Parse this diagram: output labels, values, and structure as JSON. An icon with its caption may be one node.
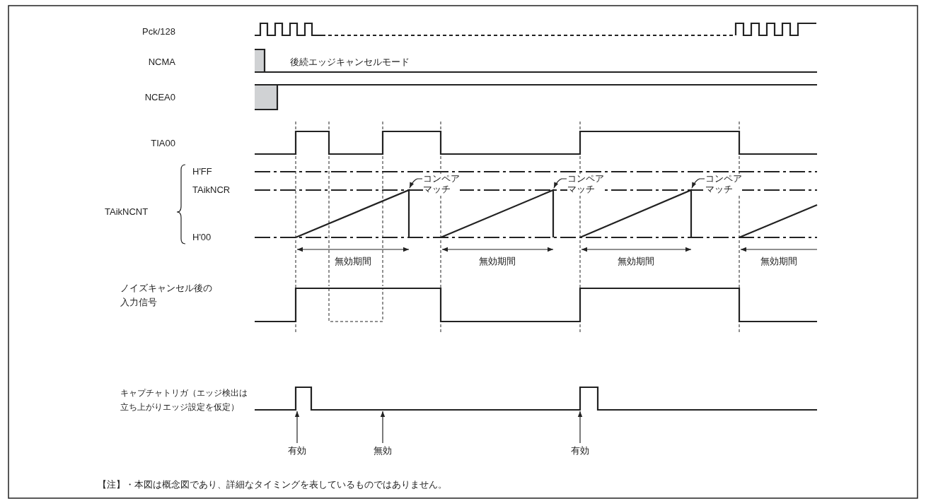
{
  "diagram": {
    "caption": "【注】・本図は概念図であり、詳細なタイミングを表しているものではありません。",
    "nodes": [
      {
        "text": [
          "コンペアマッチ"
        ]
      },
      {
        "text": [
          "コンペアマッチ"
        ]
      },
      {
        "text": [
          "コンペアマッチ"
        ]
      },
      {
        "text": [
          "有効"
        ]
      },
      {
        "text": [
          "無効"
        ]
      },
      {
        "text": [
          "有効"
        ]
      },
      {
        "text": [],
        "shape": "line"
      },
      {
        "text": [],
        "shape": "line"
      },
      {
        "text": [],
        "shape": "line"
      }
    ],
    "edges": [
      {
        "from": 0,
        "to": 6,
        "arrow": "to"
      },
      {
        "from": 1,
        "to": 7,
        "arrow": "to"
      },
      {
        "from": 2,
        "to": 8,
        "arrow": "to"
      },
      {
        "from": 3,
        "to": null,
        "arrow": "to"
      },
      {
        "from": 4,
        "to": null,
        "arrow": "to"
      },
      {
        "from": 5,
        "to": null,
        "arrow": "to"
      }
    ],
    "labels": [
      "Pck/128",
      "NCMA",
      "後続エッジキャンセルモード",
      "NCEA0",
      "TIA00",
      "H'FF",
      "TAikNCNT",
      "TAikNCR",
      "H'00",
      "無効期間",
      "無効期間",
      "無効期間",
      "無効期間",
      "ノイズキャンセル後の入力信号",
      "キャプチャトリガ（エッジ検出は立ち上がりエッジ設定を仮定）"
    ]
  }
}
